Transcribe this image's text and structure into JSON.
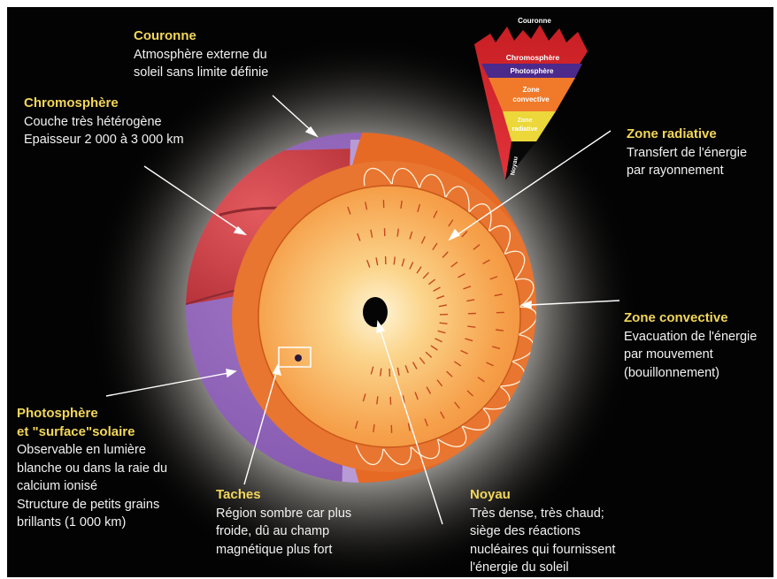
{
  "labels": {
    "couronne": {
      "title": "Couronne",
      "lines": [
        "Atmosphère externe du",
        "soleil sans limite définie"
      ]
    },
    "chromosphere": {
      "title": "Chromosphère",
      "lines": [
        "Couche très hétérogène",
        "Epaisseur 2 000 à 3 000 km"
      ]
    },
    "zone_radiative": {
      "title": "Zone radiative",
      "lines": [
        "Transfert de l'énergie",
        "par rayonnement"
      ]
    },
    "zone_convective": {
      "title": "Zone convective",
      "lines": [
        "Evacuation de l'énergie",
        "par mouvement",
        "(bouillonnement)"
      ]
    },
    "photosphere": {
      "title": "Photosphère",
      "title2": "et \"surface\"solaire",
      "lines": [
        "Observable en lumière",
        "blanche ou dans la raie du",
        "calcium ionisé",
        "Structure de petits grains",
        "brillants (1 000 km)"
      ]
    },
    "taches": {
      "title": "Taches",
      "lines": [
        "Région sombre car plus",
        "froide, dû au champ",
        "magnétique plus fort"
      ]
    },
    "noyau": {
      "title": "Noyau",
      "lines": [
        "Très dense, très chaud;",
        "siège des réactions",
        "nucléaires qui fournissent",
        "l'énergie du soleil"
      ]
    }
  },
  "wedge": {
    "couronne": "Couronne",
    "chromosphere": "Chromosphère",
    "photosphere": "Photosphère",
    "zone_convective_1": "Zone",
    "zone_convective_2": "convective",
    "zone_radiative_1": "Zone",
    "zone_radiative_2": "radiative",
    "noyau": "Noyau"
  },
  "colors": {
    "background": "#030303",
    "title": "#f3d75a",
    "text": "#f2f2f2",
    "chromosphere": "#d9454a",
    "photosphere": "#9d6bc4",
    "convective": "#f07a2a",
    "radiative": "#f7a24a",
    "core": "#050505"
  }
}
